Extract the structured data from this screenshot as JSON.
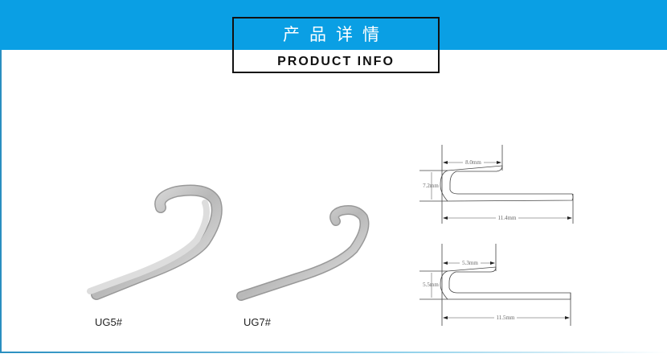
{
  "header": {
    "title_cn": "产品详情",
    "title_en": "PRODUCT INFO"
  },
  "products": [
    {
      "label": "UG5#"
    },
    {
      "label": "UG7#"
    }
  ],
  "diagrams": [
    {
      "width": "8.0mm",
      "height": "7.2mm",
      "length": "11.4mm"
    },
    {
      "width": "5.3mm",
      "height": "5.5mm",
      "length": "11.5mm"
    }
  ],
  "colors": {
    "header": "#0a9fe4",
    "frame": "#2a8fc0"
  }
}
